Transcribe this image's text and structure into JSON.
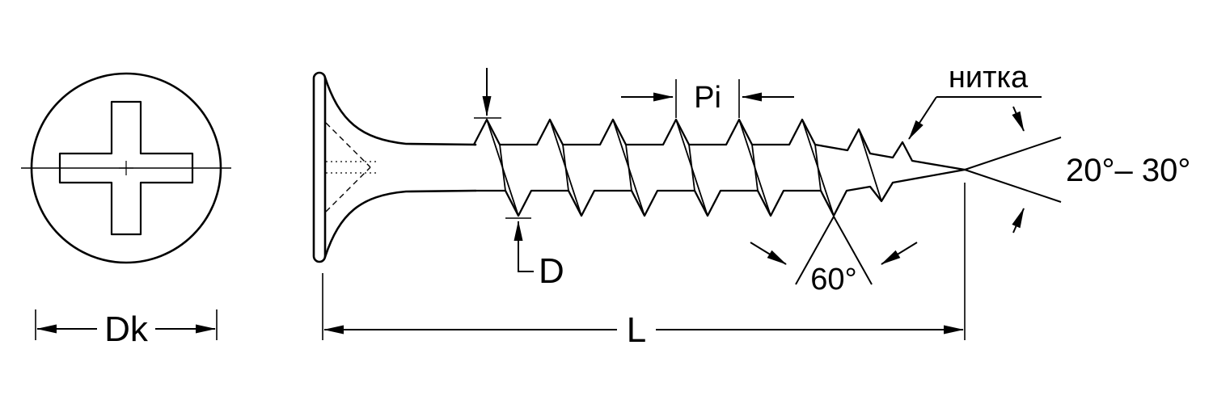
{
  "diagram": {
    "colors": {
      "line": "#000000",
      "background": "#ffffff"
    },
    "labels": {
      "head_diameter": "Dk",
      "core_diameter": "D",
      "thread_pitch": "Pi",
      "thread_callout": "нитка",
      "tip_angle": "20°– 30°",
      "thread_profile_angle": "60°",
      "total_length": "L"
    }
  }
}
